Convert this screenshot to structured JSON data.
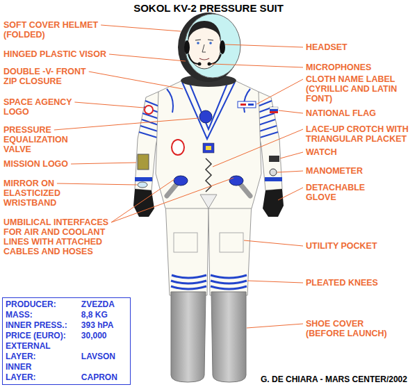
{
  "diagram": {
    "title": "SOKOL KV-2 PRESSURE SUIT",
    "nodes": [
      {
        "text": [
          "PRODUCER:",
          "ZVEZDA",
          "MASS:",
          "8,8 KG",
          "INNER PRESS.:",
          "393 hPA",
          "PRICE (EURO):",
          "30,000",
          "EXTERNAL",
          "LAYER:",
          "LAVSON",
          "INNER",
          "LAYER:",
          "CAPRON"
        ]
      }
    ],
    "labels": [
      "SOFT COVER HELMET (FOLDED)",
      "HINGED PLASTIC VISOR",
      "DOUBLE -V- FRONT ZIP CLOSURE",
      "SPACE AGENCY LOGO",
      "PRESSURE EQUALIZATION VALVE",
      "MISSION LOGO",
      "MIRROR ON ELASTICIZED WRISTBAND",
      "UMBILICAL INTERFACES FOR AIR AND COOLANT LINES WITH ATTACHED CABLES AND HOSES",
      "HEADSET",
      "MICROPHONES",
      "CLOTH NAME LABEL (CYRILLIC AND LATIN FONT)",
      "NATIONAL FLAG",
      "LACE-UP CROTCH WITH TRIANGULAR PLACKET",
      "WATCH",
      "MANOMETER",
      "DETACHABLE GLOVE",
      "UTILITY POCKET",
      "PLEATED KNEES",
      "SHOE COVER (BEFORE LAUNCH)",
      "G. DE CHIARA - MARS CENTER/2002"
    ]
  }
}
